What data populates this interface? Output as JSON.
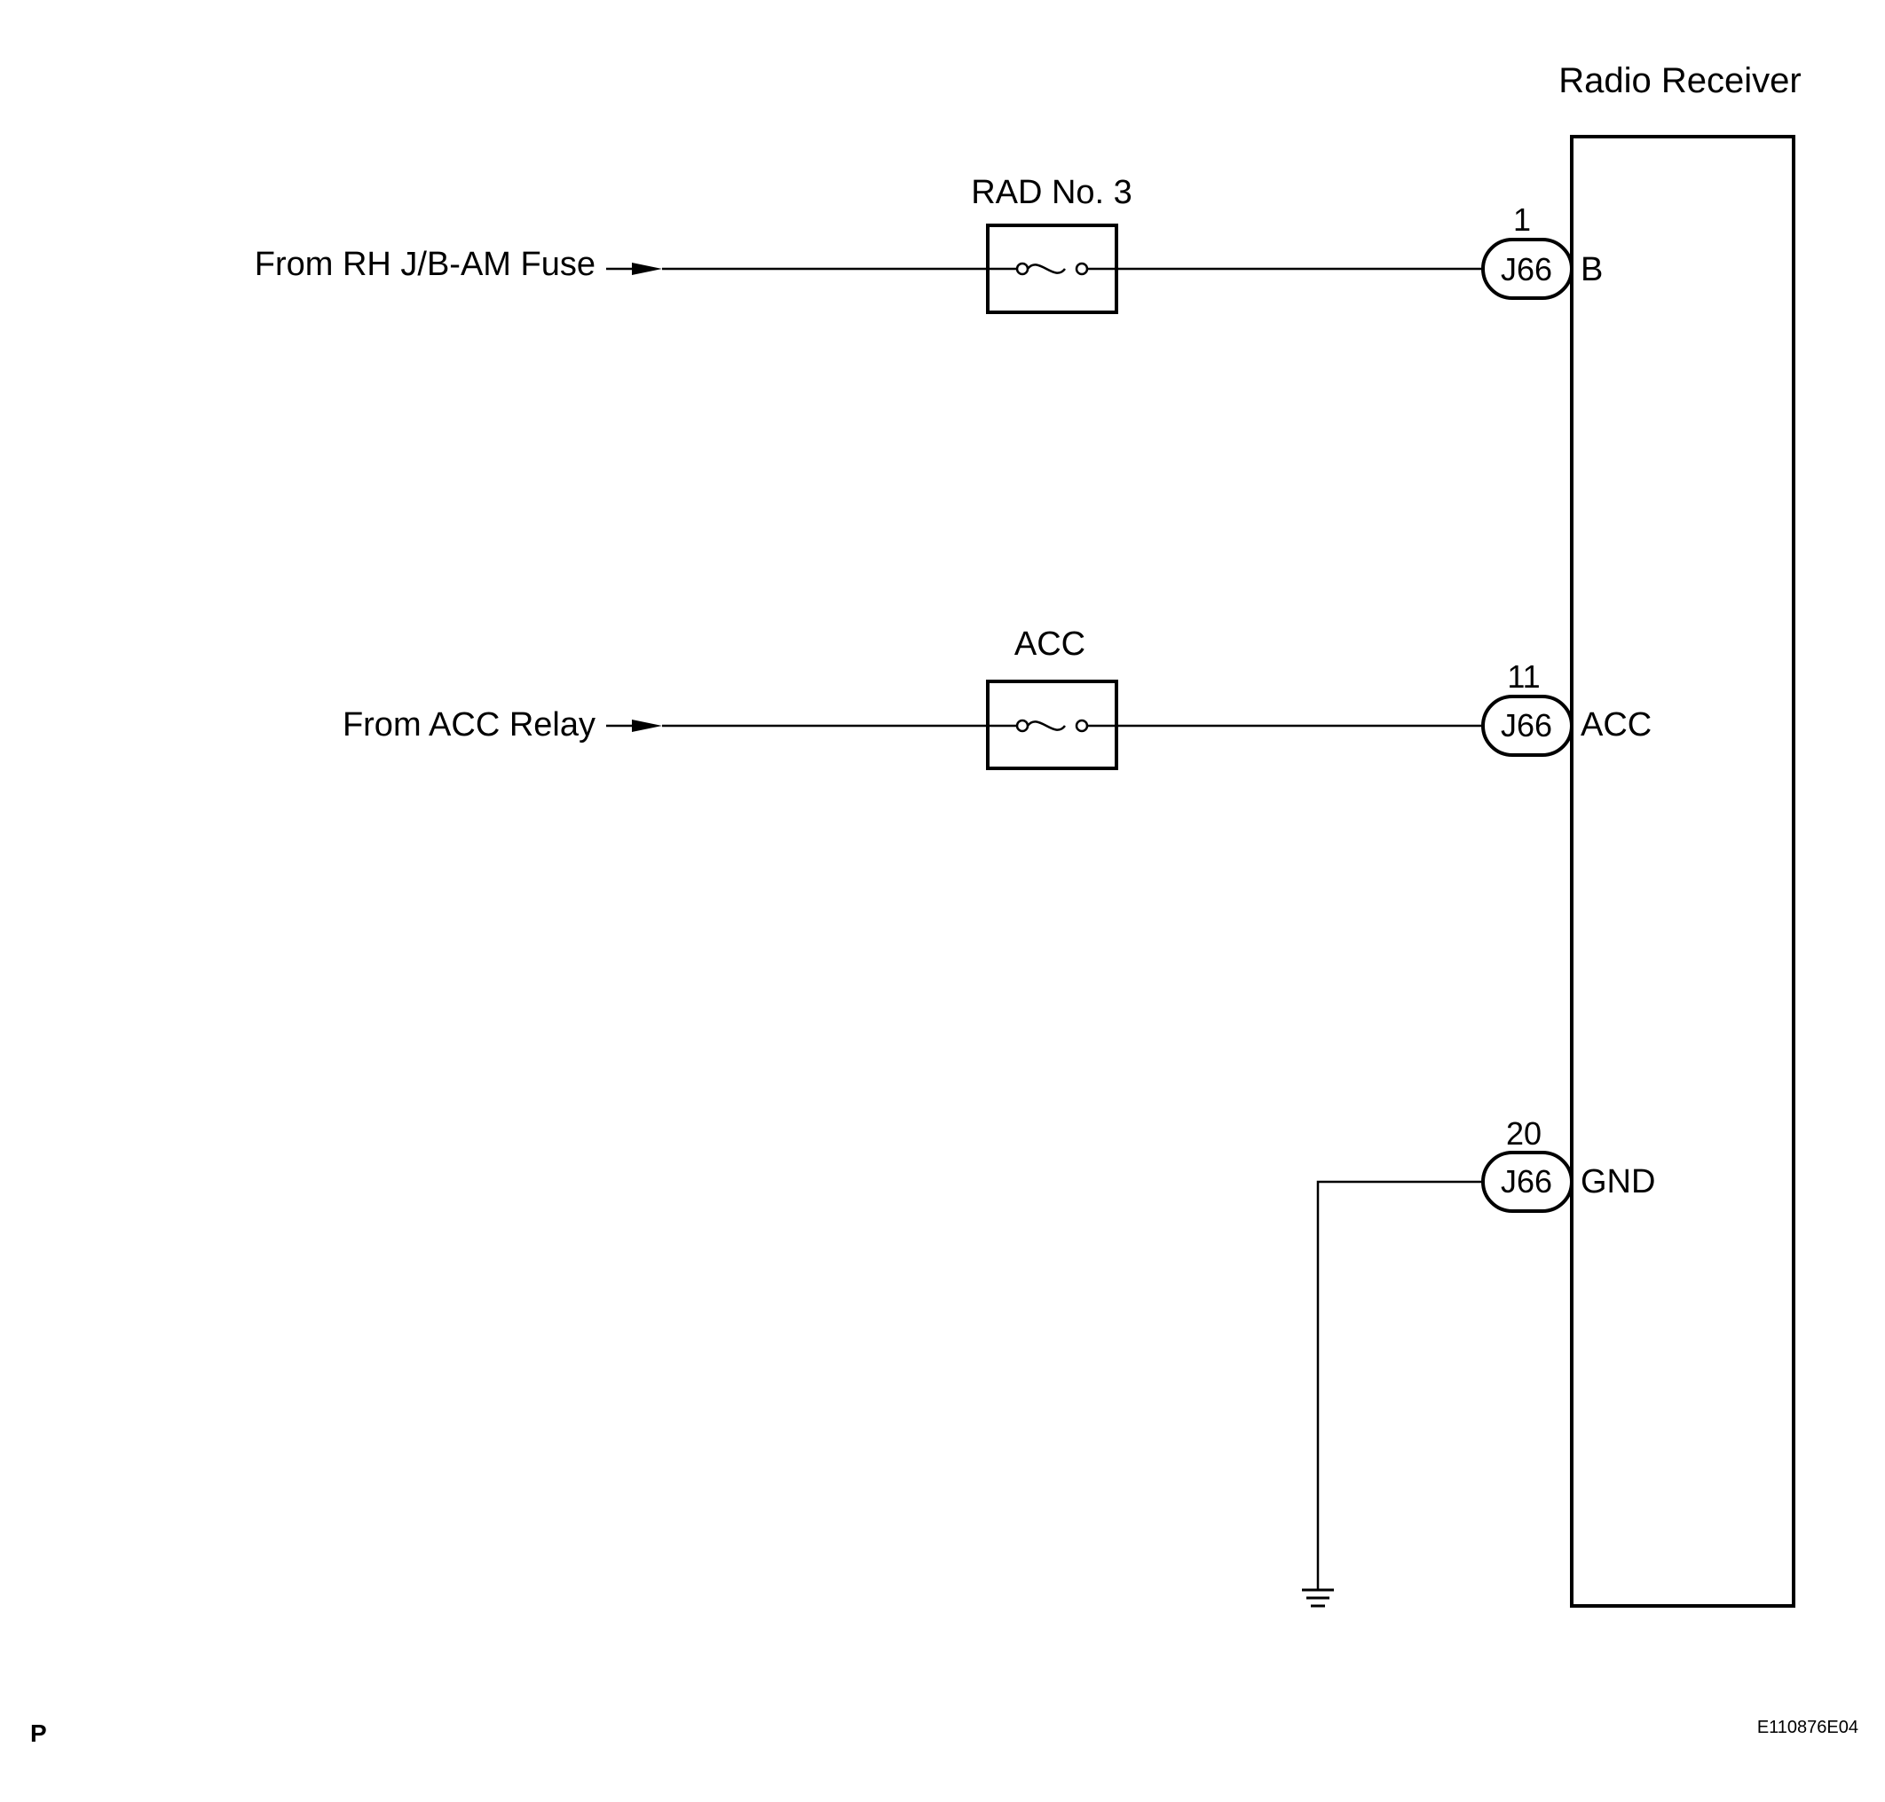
{
  "component": {
    "title": "Radio Receiver"
  },
  "inputs": [
    {
      "label": "From RH J/B-AM Fuse",
      "fuse": "RAD No. 3",
      "pin_number": "1",
      "connector": "J66",
      "terminal": "B"
    },
    {
      "label": "From ACC Relay",
      "fuse": "ACC",
      "pin_number": "11",
      "connector": "J66",
      "terminal": "ACC"
    }
  ],
  "ground": {
    "pin_number": "20",
    "connector": "J66",
    "terminal": "GND"
  },
  "footer": {
    "page_code": "P",
    "figure_id": "E110876E04"
  }
}
